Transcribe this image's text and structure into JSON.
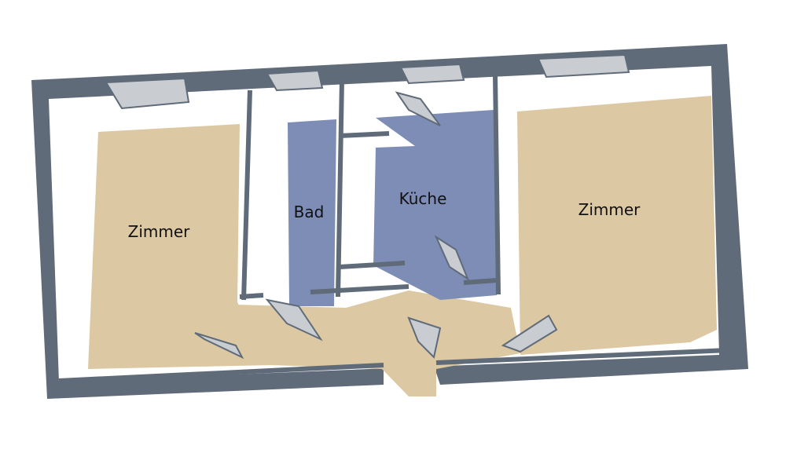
{
  "rooms": [
    {
      "label": "Zimmer",
      "floor": "wood"
    },
    {
      "label": "Bad",
      "floor": "tile"
    },
    {
      "label": "Küche",
      "floor": "tile"
    },
    {
      "label": "Zimmer",
      "floor": "wood"
    }
  ],
  "colors": {
    "wall_top": "#5f6b79",
    "wall_face": "#ffffff",
    "wood_floor": "#dcc8a3",
    "tile_floor": "#7d8db6",
    "window": "#c9cdd2"
  }
}
